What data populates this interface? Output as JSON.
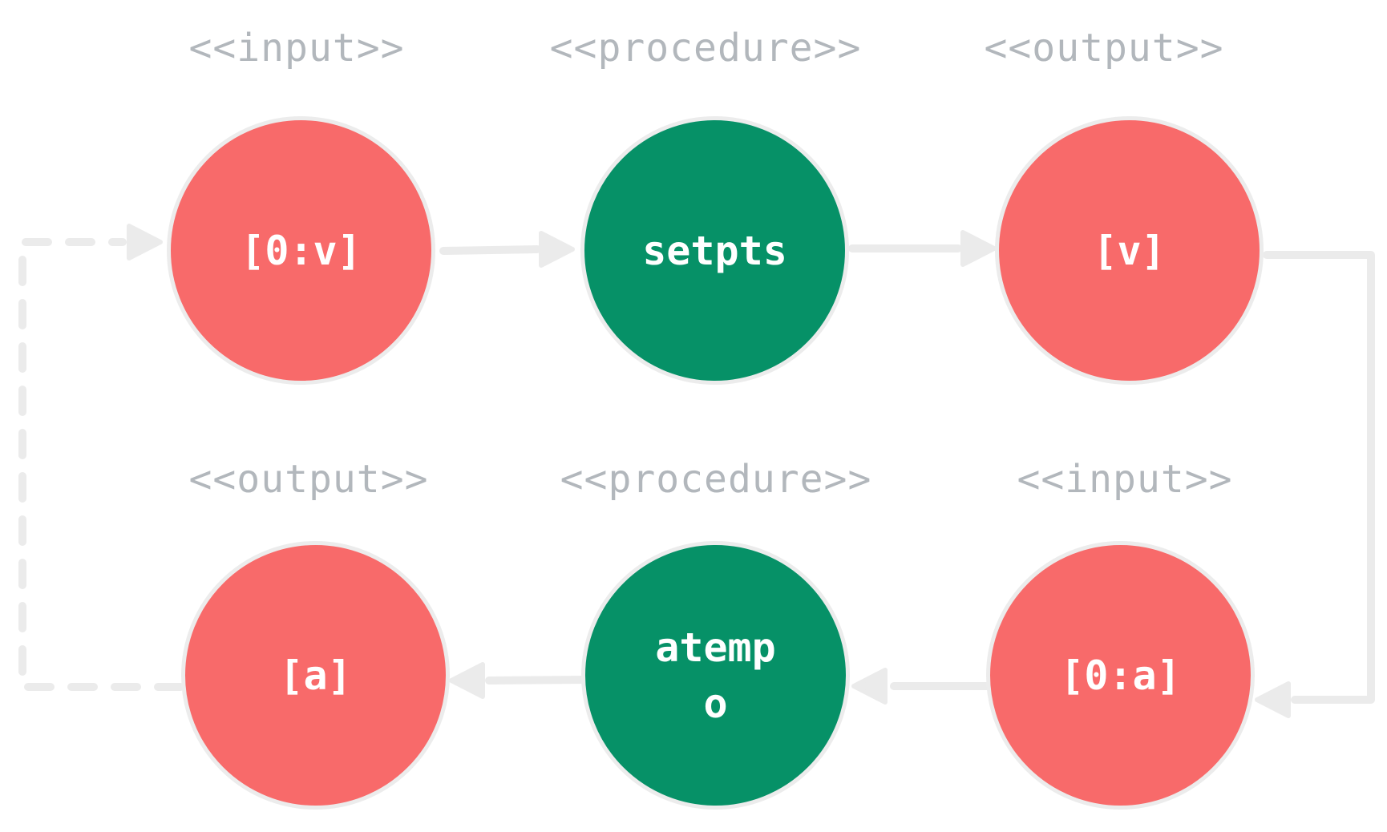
{
  "colors": {
    "io_node": "#f86a6a",
    "procedure_node": "#069167",
    "node_border": "#ececec",
    "edge": "#ebebeb",
    "stereotype_text": "#b2b7bc",
    "background": "#ffffff"
  },
  "top_row": {
    "input": {
      "stereotype": "<<input>>",
      "label": "[0:v]"
    },
    "procedure": {
      "stereotype": "<<procedure>>",
      "label": "setpts"
    },
    "output": {
      "stereotype": "<<output>>",
      "label": "[v]"
    }
  },
  "bottom_row": {
    "output": {
      "stereotype": "<<output>>",
      "label": "[a]"
    },
    "procedure": {
      "stereotype": "<<procedure>>",
      "label": "atempo"
    },
    "input": {
      "stereotype": "<<input>>",
      "label": "[0:a]"
    }
  },
  "edges": [
    {
      "from": "[0:v]",
      "to": "setpts",
      "style": "solid"
    },
    {
      "from": "setpts",
      "to": "[v]",
      "style": "solid"
    },
    {
      "from": "[v]",
      "to": "[0:a]",
      "style": "solid"
    },
    {
      "from": "[0:a]",
      "to": "atempo",
      "style": "solid"
    },
    {
      "from": "atempo",
      "to": "[a]",
      "style": "solid"
    },
    {
      "from": "[a]",
      "to": "[0:v]",
      "style": "dashed"
    }
  ]
}
